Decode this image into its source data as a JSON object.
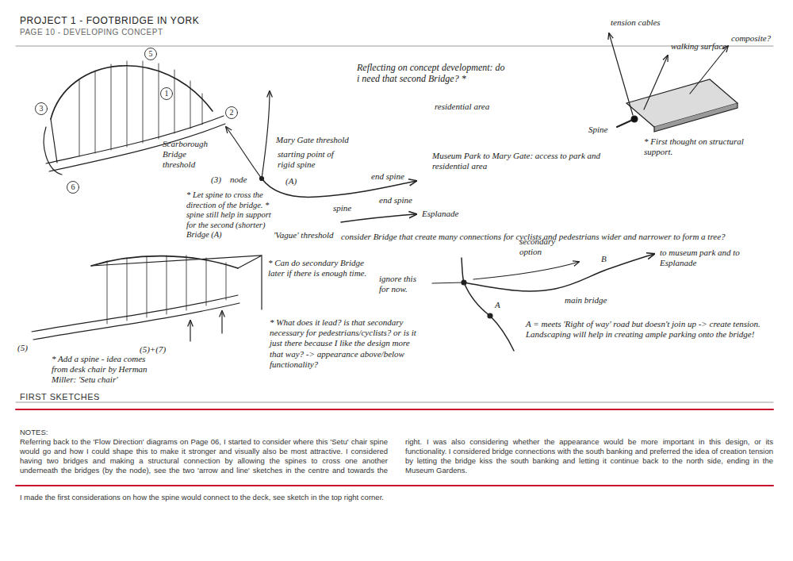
{
  "diagram": {
    "title": "PROJECT 1 - FOOTBRIDGE IN YORK",
    "labels": [
      "PAGE 10 - DEVELOPING CONCEPT",
      "5",
      "1",
      "3",
      "2",
      "6",
      "Reflecting on concept development: do i need that second Bridge? *",
      "residential area",
      "Mary Gate threshold",
      "starting point of rigid spine",
      "Scarborough Bridge threshold",
      "(3)",
      "(A)",
      "node",
      "end spine",
      "end spine",
      "spine",
      "Museum Park to Mary Gate: access to park and residential area",
      "Esplanade",
      "* Let spine to cross the direction of the bridge. * spine still help in support for the second (shorter) Bridge (A)",
      "'Vague' threshold",
      "consider Bridge that create many connections for cyclists and pedestrians wider and narrower to form a tree?",
      "* Can do secondary Bridge later if there is enough time.",
      "ignore this for now.",
      "secondary option",
      "B",
      "to museum park and to Esplanade",
      "main bridge",
      "A",
      "A = meets 'Right of way' road but doesn't join up -> create tension. Landscaping will help in creating ample parking onto the bridge!",
      "* What does it lead? is that secondary necessary for pedestrians/cyclists? or is it just there because I like the design more that way? -> appearance above/below functionality?",
      "tension cables",
      "walking surface",
      "composite?",
      "Spine",
      "* First thought on structural support.",
      "(5)",
      "(5)+(7)",
      "* Add a spine - idea comes from desk chair by Herman Miller: 'Setu chair'",
      "FIRST SKETCHES",
      "NOTES:",
      "Referring back to the 'Flow Direction' diagrams on Page 06, I started to consider where this 'Setu' chair spine would go and how I could shape this to make it stronger and visually also be most attractive. I considered having two bridges and making a structural connection by allowing the spines to cross one another underneath the bridges (by the node), see the two 'arrow and line' sketches in the centre and towards the right. I was also considering whether the appearance would be more important in this design, or its functionality. I considered bridge connections with the south banking and preferred the idea of creation tension by letting the bridge kiss the south banking and letting it continue back to the north side, ending in the Museum Gardens.",
      "I made the first considerations on how the spine would connect to the deck, see sketch in the top right corner."
    ]
  }
}
